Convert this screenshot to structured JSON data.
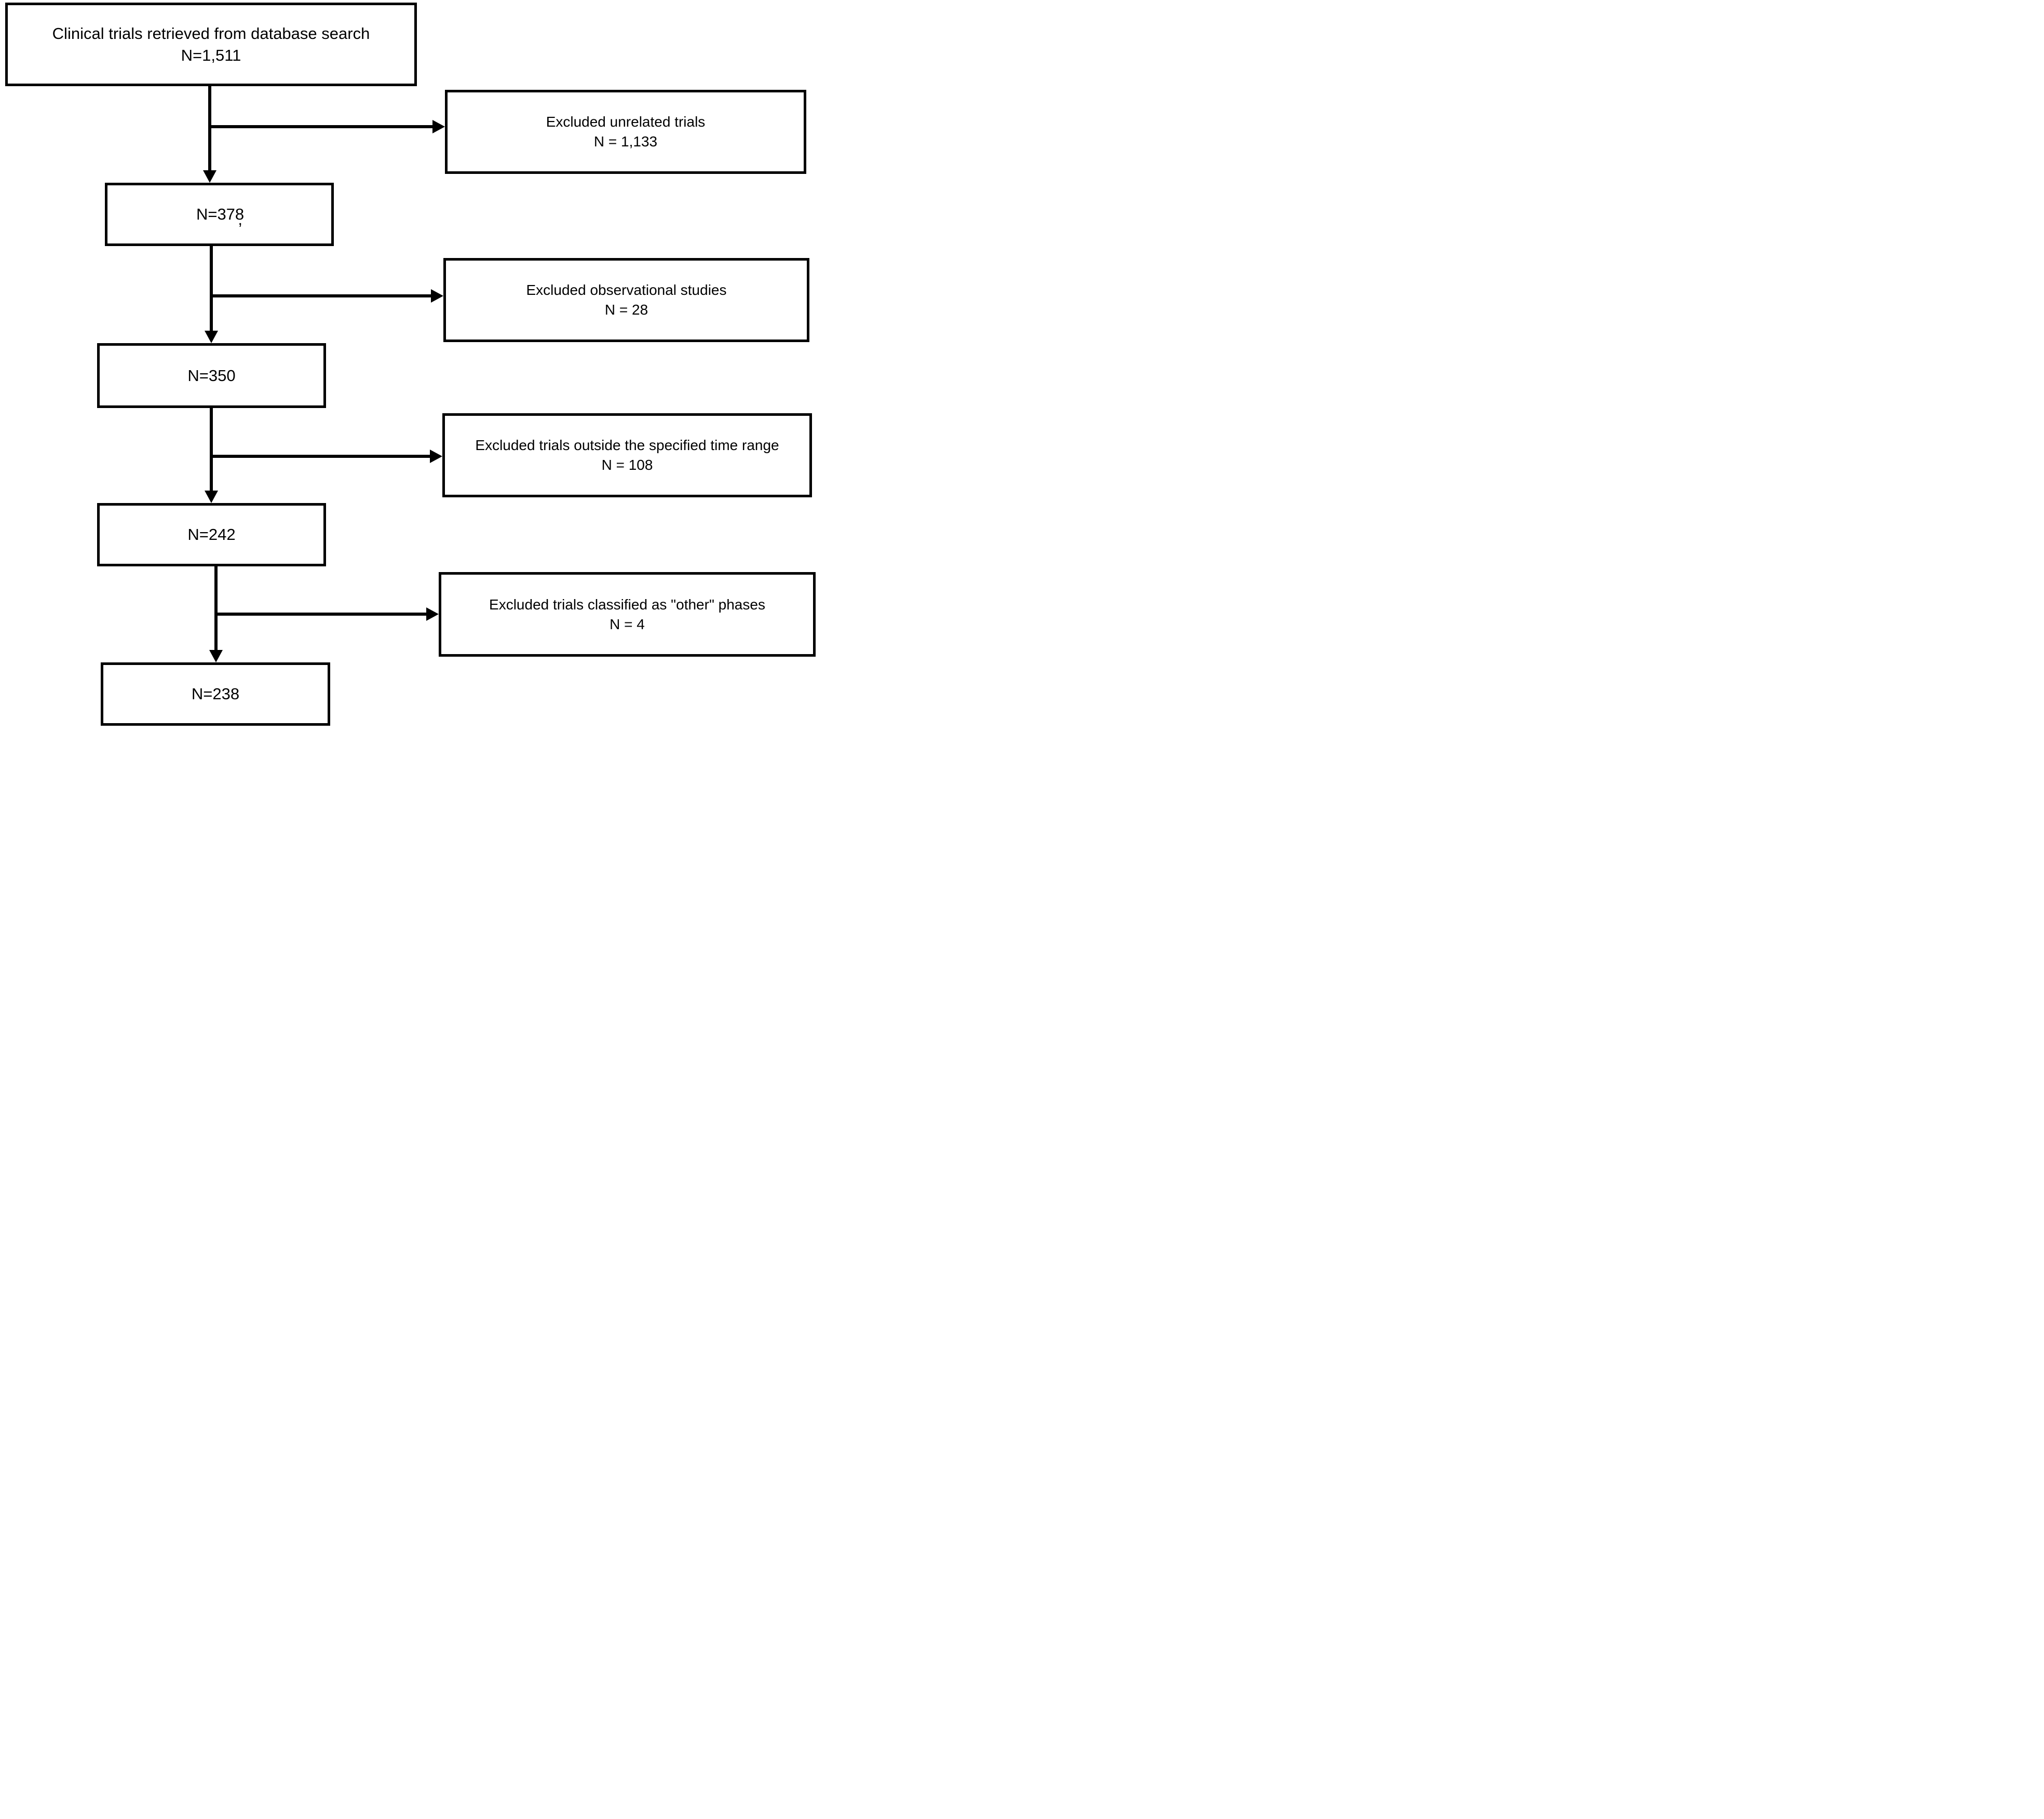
{
  "figure": {
    "background_color": "#ffffff",
    "line_color": "#000000",
    "main_boxes": [
      {
        "lines": [
          "Clinical trials retrieved from database search",
          "N=1,511"
        ]
      },
      {
        "lines": [
          "N=378"
        ],
        "stray_mark": ","
      },
      {
        "lines": [
          "N=350"
        ]
      },
      {
        "lines": [
          "N=242"
        ]
      },
      {
        "lines": [
          "N=238"
        ]
      }
    ],
    "exclusion_boxes": [
      {
        "lines": [
          "Excluded unrelated trials",
          "N = 1,133"
        ]
      },
      {
        "lines": [
          "Excluded observational studies",
          "N = 28"
        ]
      },
      {
        "lines": [
          "Excluded trials outside the specified time range",
          "N = 108"
        ]
      },
      {
        "lines": [
          "Excluded trials classified as \"other\" phases",
          "N = 4"
        ]
      }
    ]
  }
}
